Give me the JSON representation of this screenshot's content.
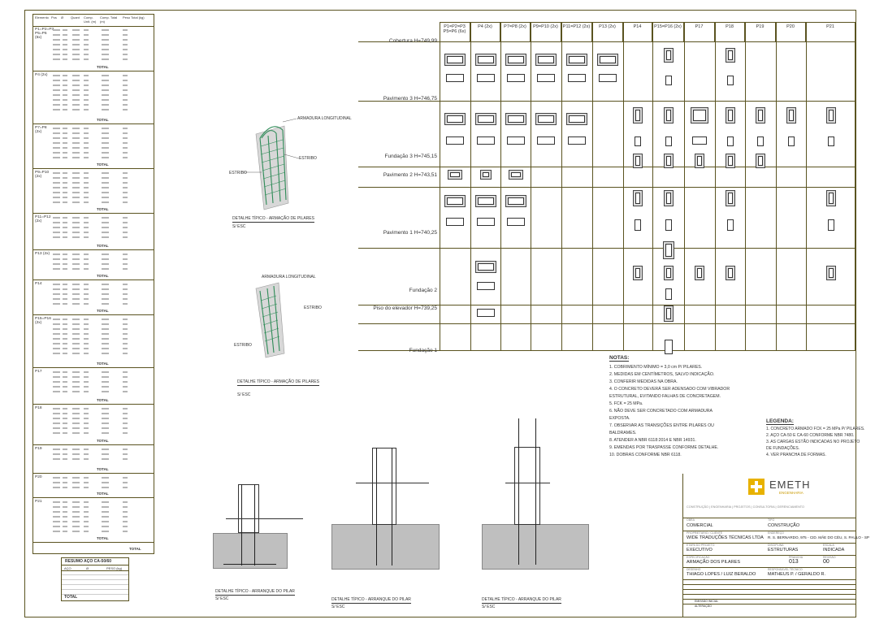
{
  "left_table": {
    "header": [
      "Elemento",
      "Pos",
      "Ø",
      "Quant",
      "Comp. Unit. (m)",
      "Comp. Total (m)",
      "Peso Total (kg)"
    ],
    "groups": [
      {
        "label": "P1=P2=P3 P5=P6 (6x)",
        "total_label": "TOTAL"
      },
      {
        "label": "P4 (2x)",
        "total_label": "TOTAL"
      },
      {
        "label": "P7=P8 (2x)",
        "total_label": "TOTAL"
      },
      {
        "label": "P9=P10 (2x)",
        "total_label": "TOTAL"
      },
      {
        "label": "P11=P12 (2x)",
        "total_label": "TOTAL"
      },
      {
        "label": "P13 (2x)",
        "total_label": "TOTAL"
      },
      {
        "label": "P14",
        "total_label": "TOTAL"
      },
      {
        "label": "P15=P16 (2x)",
        "total_label": "TOTAL"
      },
      {
        "label": "P17",
        "total_label": "TOTAL"
      },
      {
        "label": "P18",
        "total_label": "TOTAL"
      },
      {
        "label": "P19",
        "total_label": "TOTAL"
      },
      {
        "label": "P20",
        "total_label": "TOTAL"
      },
      {
        "label": "P21",
        "total_label": "TOTAL"
      }
    ],
    "grand_total_label": "TOTAL"
  },
  "summary_table": {
    "title": "RESUMO AÇO CA-50/60",
    "headers": [
      "AÇO",
      "Ø",
      "PESO (kg)"
    ],
    "total_label": "TOTAL"
  },
  "details": {
    "detail1": {
      "label1": "ARMADURA LONGITUDINAL",
      "label2": "ESTRIBO",
      "caption": "DETALHE TÍPICO - ARMAÇÃO DE PILARES",
      "scale": "S/ ESC"
    },
    "detail2": {
      "label1": "ARMADURA LONGITUDINAL",
      "label2": "ESTRIBO",
      "caption": "DETALHE TÍPICO - ARMAÇÃO DE PILARES",
      "scale": "S/ ESC"
    },
    "foundation1": {
      "caption": "DETALHE TÍPICO - ARRANQUE DO PILAR",
      "scale": "S/ ESC"
    },
    "foundation2": {
      "caption": "DETALHE TÍPICO - ARRANQUE DO PILAR",
      "scale": "S/ ESC"
    },
    "foundation3": {
      "caption": "DETALHE TÍPICO - ARRANQUE DO PILAR",
      "scale": "S/ ESC"
    }
  },
  "column_grid": {
    "headers": [
      "P1=P2=P3 P5=P6 (6x)",
      "P4 (2x)",
      "P7=P8 (2x)",
      "P9=P10 (2x)",
      "P11=P12 (2x)",
      "P13 (2x)",
      "P14",
      "P15=P16 (2x)",
      "P17",
      "P18",
      "P19",
      "P20",
      "P21"
    ],
    "levels": [
      {
        "label": "Cobertura H=749,99"
      },
      {
        "label": "Pavimento 3 H=746,75"
      },
      {
        "label": "Fundação 3 H=745,15"
      },
      {
        "label": "Pavimento 2 H=743,51"
      },
      {
        "label": "Pavimento 1 H=740,25"
      },
      {
        "label": "Fundação 2"
      },
      {
        "label": "Piso do elevador H=739,25"
      },
      {
        "label": "Fundação 1"
      }
    ]
  },
  "notes": {
    "title": "NOTAS:",
    "lines": [
      "1. COBRIMENTO MÍNIMO = 3,0 cm P/ PILARES.",
      "2. MEDIDAS EM CENTÍMETROS, SALVO INDICAÇÃO.",
      "3. CONFERIR MEDIDAS NA OBRA.",
      "4. O CONCRETO DEVERÁ SER ADENSADO COM VIBRADOR",
      "   ESTRUTURAL, EVITANDO FALHAS DE CONCRETAGEM.",
      "5. FCK = 25 MPa.",
      "6. NÃO DEVE SER CONCRETADO COM ARMADURA",
      "   EXPOSTA.",
      "7. OBSERVAR AS TRANSIÇÕES ENTRE PILARES OU",
      "   BALDRAMES.",
      "8. ATENDER A NBR 6118:2014 E NBR 14931.",
      "9. EMENDAS POR TRASPASSE CONFORME DETALHE.",
      "10. DOBRAS CONFORME NBR 6118."
    ]
  },
  "legend": {
    "title": "LEGENDA:",
    "lines": [
      "1. CONCRETO ARMADO FCK = 25 MPa P/ PILARES.",
      "2. AÇO CA-50 E CA-60 CONFORME NBR 7480.",
      "3. AS CARGAS ESTÃO INDICADAS NO PROJETO",
      "   DE FUNDAÇÕES.",
      "4. VER PRANCHA DE FORMAS."
    ]
  },
  "title_block": {
    "company": "EMETH",
    "company_sub": "ENGENHARIA",
    "address_line": "CONSTRUÇÃO | ENGENHARIA | PROJETOS | CONSULTORIA | GERENCIAMENTO",
    "obra_label": "OBRA",
    "obra": "COMERCIAL",
    "tipo_label": "TIPO",
    "tipo": "CONSTRUÇÃO",
    "proprietario_label": "PROPRIETÁRIO / CLIENTE",
    "proprietario": "WIDE TRADUÇÕES TÉCNICAS LTDA",
    "endereco_label": "ENDEREÇO",
    "endereco": "R. S. BERNARDO, 975 - CID. MÃE DO CÉU, S. PAULO - SP",
    "etapa_label": "ETAPA DO PROJETO",
    "etapa": "EXECUTIVO",
    "disciplina_label": "DISCIPLINA",
    "disciplina": "ESTRUTURAS",
    "escala_label": "ESCALA",
    "escala": "INDICADA",
    "especificacao_label": "ESPECIFICAÇÃO",
    "especificacao": "ARMAÇÃO DOS PILARES",
    "prancha_label": "PRANCHA",
    "prancha": "013",
    "revisao_label": "REVISÃO",
    "revisao": "00",
    "desenho_label": "DESENHO",
    "desenho": "THIAGO LOPES / LUIZ BERALDO",
    "responsavel_label": "RESPONSÁVEL TÉCNICO",
    "responsavel": "MATHEUS P. / GERALDO R.",
    "rev_rows": [
      "EMISSÃO INICIAL",
      "ALTERAÇÃO"
    ]
  }
}
